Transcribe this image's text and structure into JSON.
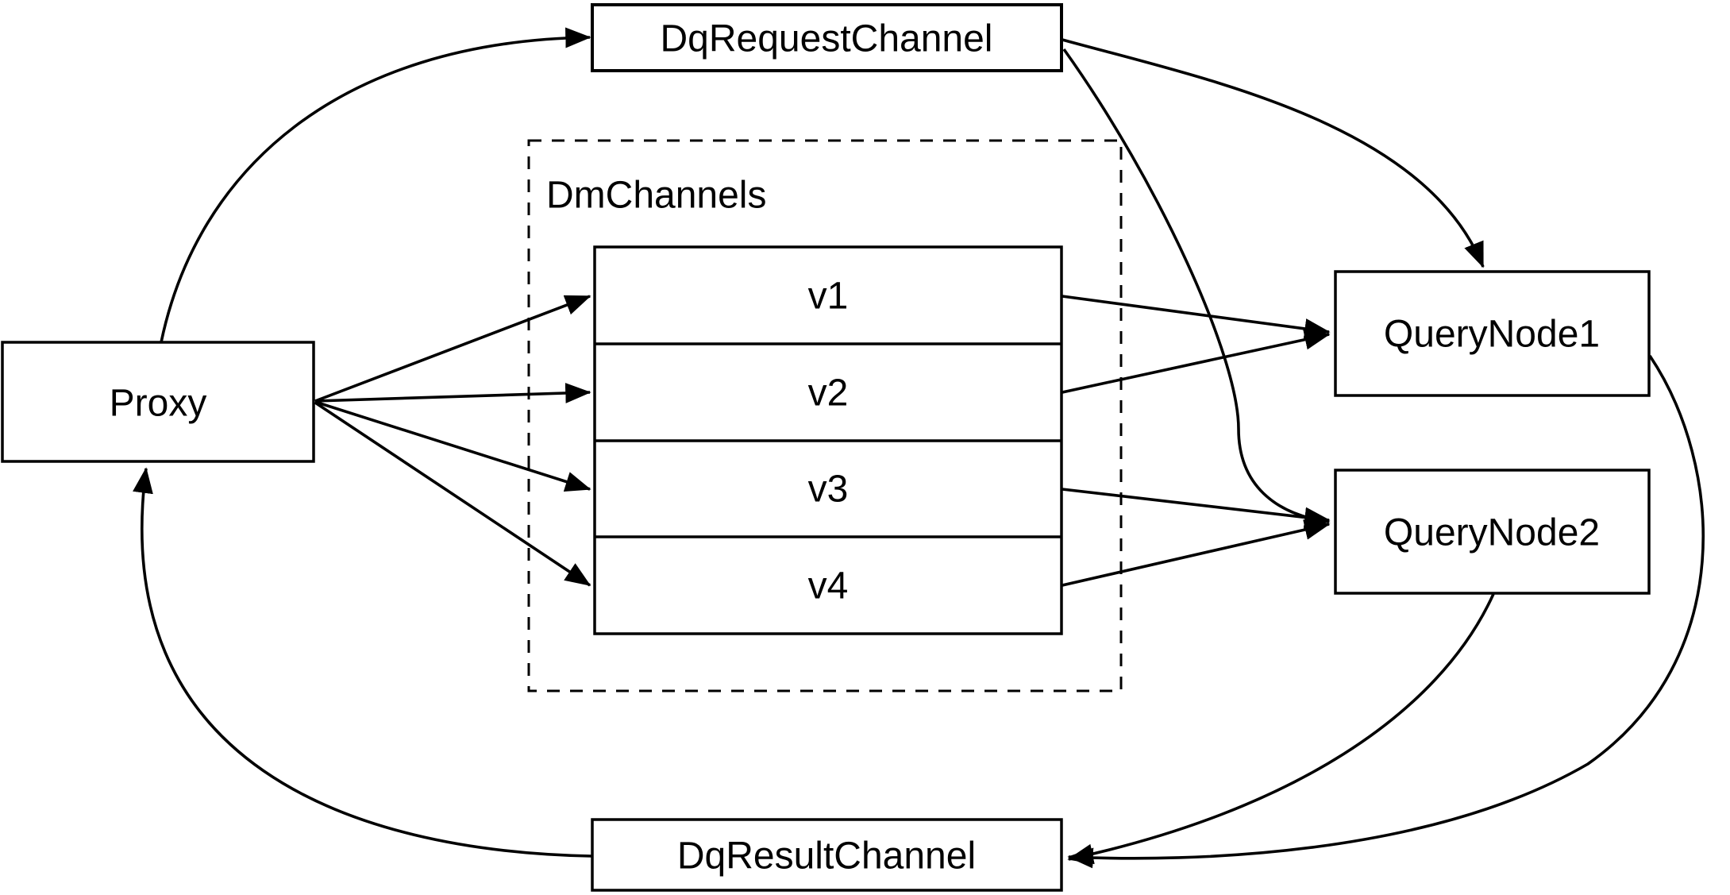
{
  "diagram": {
    "colors": {
      "background": "#ffffff",
      "line": "#000000",
      "text": "#000000"
    },
    "nodes": {
      "proxy": {
        "label": "Proxy"
      },
      "dq_request_channel": {
        "label": "DqRequestChannel"
      },
      "dm_channels": {
        "label": "DmChannels",
        "channels": [
          {
            "label": "v1"
          },
          {
            "label": "v2"
          },
          {
            "label": "v3"
          },
          {
            "label": "v4"
          }
        ]
      },
      "query_node_1": {
        "label": "QueryNode1"
      },
      "query_node_2": {
        "label": "QueryNode2"
      },
      "dq_result_channel": {
        "label": "DqResultChannel"
      }
    },
    "edges": [
      {
        "from": "Proxy",
        "to": "DqRequestChannel"
      },
      {
        "from": "DqRequestChannel",
        "to": "QueryNode1"
      },
      {
        "from": "DqRequestChannel",
        "to": "QueryNode2"
      },
      {
        "from": "Proxy",
        "to": "v1"
      },
      {
        "from": "Proxy",
        "to": "v2"
      },
      {
        "from": "Proxy",
        "to": "v3"
      },
      {
        "from": "Proxy",
        "to": "v4"
      },
      {
        "from": "v1",
        "to": "QueryNode1"
      },
      {
        "from": "v2",
        "to": "QueryNode1"
      },
      {
        "from": "v3",
        "to": "QueryNode2"
      },
      {
        "from": "v4",
        "to": "QueryNode2"
      },
      {
        "from": "QueryNode1",
        "to": "DqResultChannel"
      },
      {
        "from": "QueryNode2",
        "to": "DqResultChannel"
      },
      {
        "from": "DqResultChannel",
        "to": "Proxy"
      }
    ]
  }
}
